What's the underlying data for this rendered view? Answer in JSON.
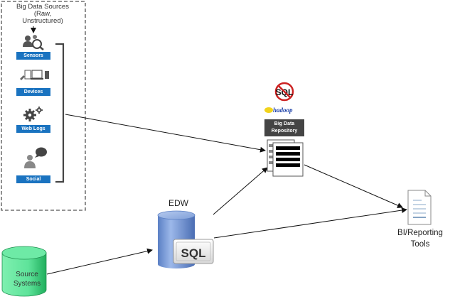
{
  "big_data_sources": {
    "title_line1": "Big Data Sources",
    "title_line2": "(Raw,",
    "title_line3": "Unstructured)",
    "items": [
      {
        "label": "Sensors",
        "icon": "sensors-icon"
      },
      {
        "label": "Devices",
        "icon": "devices-icon"
      },
      {
        "label": "Web Logs",
        "icon": "gears-icon"
      },
      {
        "label": "Social",
        "icon": "social-person-icon"
      }
    ]
  },
  "big_data_repository": {
    "no_sql_text": "SQL",
    "hadoop_text": "hadoop",
    "label_line1": "Big Data",
    "label_line2": "Repository"
  },
  "edw": {
    "label": "EDW",
    "badge": "SQL"
  },
  "bi_tools": {
    "label_line1": "BI/Reporting",
    "label_line2": "Tools"
  },
  "source_systems": {
    "label_line1": "Source",
    "label_line2": "Systems"
  },
  "colors": {
    "label_blue": "#1a73c0",
    "repo_label": "#444444",
    "edw_blue": "#6b8fd0",
    "source_green": "#3dd07a",
    "no_sql_red": "#cc2222"
  }
}
